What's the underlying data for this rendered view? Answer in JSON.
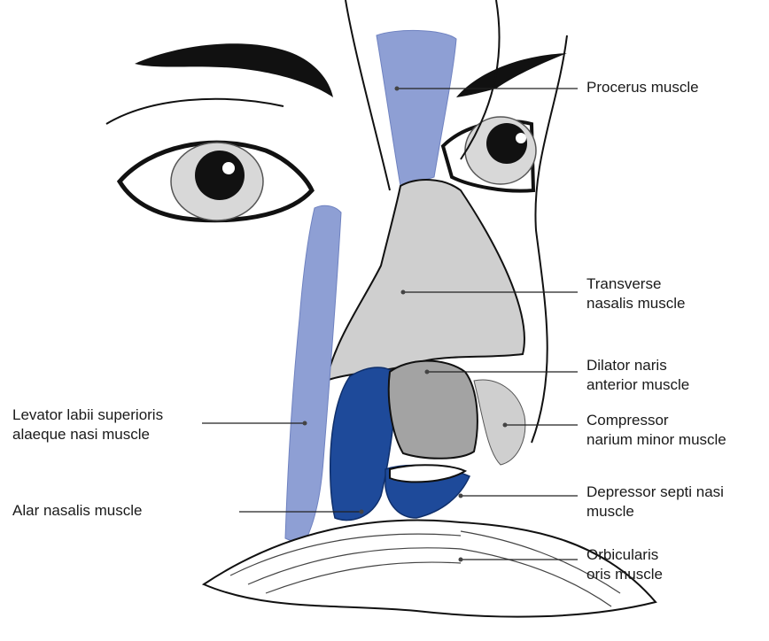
{
  "labels": {
    "procerus": {
      "lines": [
        "Procerus muscle"
      ]
    },
    "transverse_nasalis": {
      "lines": [
        "Transverse",
        "nasalis muscle"
      ]
    },
    "dilator_naris": {
      "lines": [
        "Dilator naris",
        "anterior muscle"
      ]
    },
    "compressor_narium": {
      "lines": [
        "Compressor",
        "narium minor muscle"
      ]
    },
    "depressor_septi": {
      "lines": [
        "Depressor septi nasi",
        "muscle"
      ]
    },
    "orbicularis_oris": {
      "lines": [
        "Orbicularis",
        "oris muscle"
      ]
    },
    "levator_labii": {
      "lines": [
        "Levator labii superioris",
        "alaeque nasi muscle"
      ]
    },
    "alar_nasalis": {
      "lines": [
        "Alar nasalis muscle"
      ]
    }
  },
  "colors": {
    "light_blue_muscle": "#8e9fd4",
    "dark_blue_muscle": "#1e4a9a",
    "light_gray_muscle": "#cfcfcf",
    "mid_gray_muscle": "#a3a3a3",
    "outline": "#111111"
  }
}
